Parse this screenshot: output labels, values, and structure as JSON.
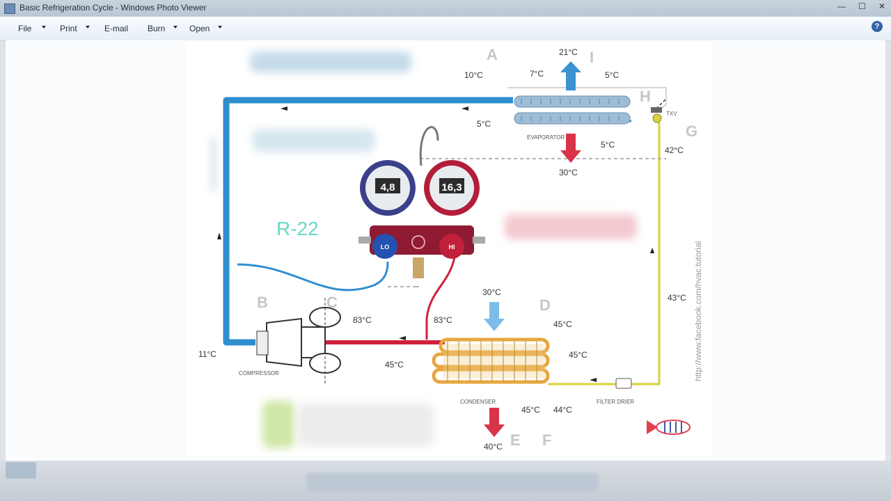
{
  "window": {
    "title": "Basic Refrigeration Cycle - Windows Photo Viewer"
  },
  "menu": {
    "file": "File",
    "print": "Print",
    "email": "E-mail",
    "burn": "Burn",
    "open": "Open"
  },
  "help_glyph": "?",
  "diagram": {
    "refrigerant": "R-22",
    "gauges": {
      "low_value": "4,8",
      "high_value": "16,3",
      "low_knob": "LO",
      "high_knob": "HI"
    },
    "component_labels": {
      "evaporator": "EVAPORATOR",
      "compressor": "COMPRESSOR",
      "condenser": "CONDENSER",
      "filter_drier": "FILTER DRIER",
      "txv": "TXV"
    },
    "points": {
      "A": "A",
      "B": "B",
      "C": "C",
      "D": "D",
      "E": "E",
      "F": "F",
      "G": "G",
      "H": "H",
      "I": "I"
    },
    "temps": {
      "air_out_evap": "21°C",
      "suction_a": "10°C",
      "evap_7": "7°C",
      "evap_5_right": "5°C",
      "evap_5_left": "5°C",
      "evap_5_bottom": "5°C",
      "air_in_evap": "30°C",
      "txv_in": "42°C",
      "liquid_line": "43°C",
      "condenser_air_in": "30°C",
      "discharge_1": "83°C",
      "discharge_2": "83°C",
      "cond_45_top": "45°C",
      "cond_45_right": "45°C",
      "cond_45_left": "45°C",
      "cond_45_bottom": "45°C",
      "cond_44": "44°C",
      "condenser_air_out": "40°C",
      "suction_b": "11°C"
    },
    "watermark": "http://www.facebook.com/hvac.tutorial",
    "colors": {
      "suction": "#2f8fce",
      "discharge": "#d0203a",
      "liquid": "#d9d23a",
      "condenser_coil": "#e7a640",
      "evaporator_coil": "#7fa4c6"
    }
  }
}
